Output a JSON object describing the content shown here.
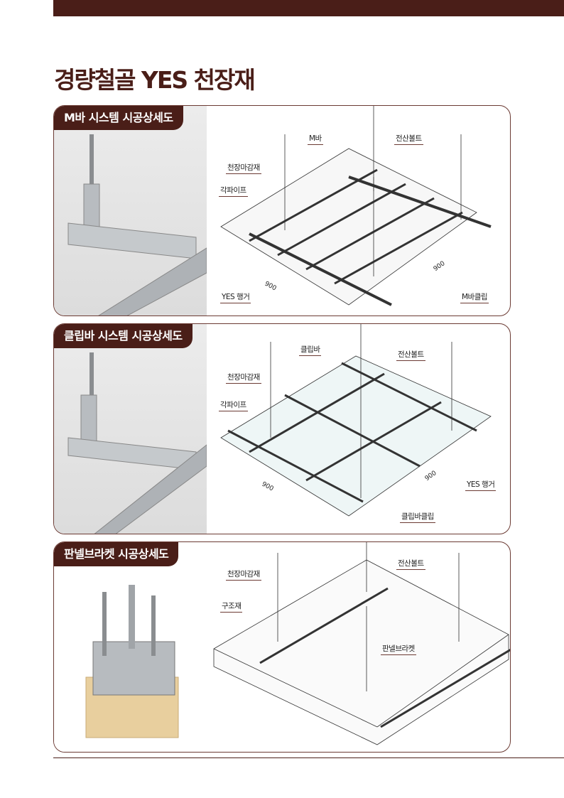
{
  "title": "경량철골 YES 천장재",
  "panels": [
    {
      "tab": "M바 시스템 시공상세도",
      "labels": {
        "mbar": "M바",
        "bolt": "전산볼트",
        "finish": "천장마감재",
        "pipe": "각파이프",
        "hanger": "YES 행거",
        "clip": "M바클립"
      },
      "dims": [
        "900",
        "900"
      ]
    },
    {
      "tab": "클립바 시스템 시공상세도",
      "labels": {
        "clipbar": "클립바",
        "bolt": "전산볼트",
        "finish": "천장마감재",
        "pipe": "각파이프",
        "hanger": "YES 행거",
        "clip": "클립바클립"
      },
      "dims": [
        "900",
        "900"
      ]
    },
    {
      "tab": "판넬브라켓 시공상세도",
      "labels": {
        "bolt": "전산볼트",
        "finish": "천장마감재",
        "struct": "구조재",
        "bracket": "판넬브라켓"
      }
    }
  ]
}
